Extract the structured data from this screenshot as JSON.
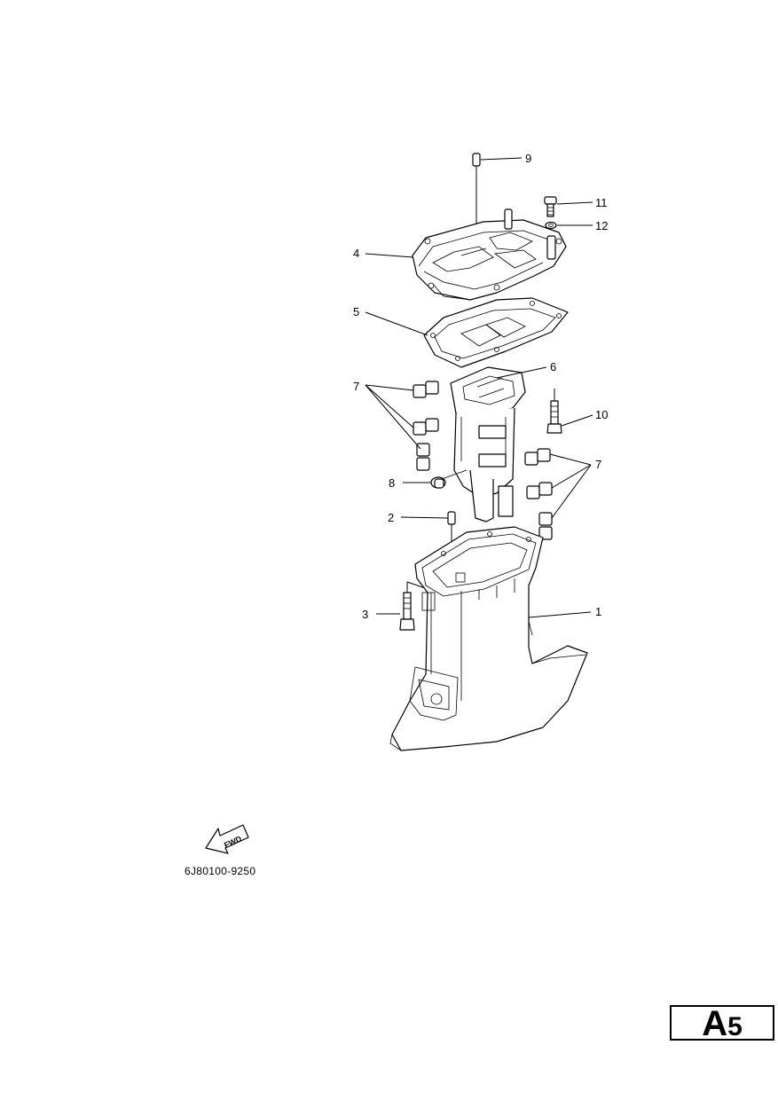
{
  "diagram": {
    "callouts": [
      {
        "id": "c9",
        "label": "9"
      },
      {
        "id": "c11",
        "label": "11"
      },
      {
        "id": "c12",
        "label": "12"
      },
      {
        "id": "c4",
        "label": "4"
      },
      {
        "id": "c5",
        "label": "5"
      },
      {
        "id": "c6",
        "label": "6"
      },
      {
        "id": "c7a",
        "label": "7"
      },
      {
        "id": "c10",
        "label": "10"
      },
      {
        "id": "c7b",
        "label": "7"
      },
      {
        "id": "c8",
        "label": "8"
      },
      {
        "id": "c2",
        "label": "2"
      },
      {
        "id": "c3",
        "label": "3"
      },
      {
        "id": "c1",
        "label": "1"
      }
    ],
    "fwd_label": "FWD",
    "part_code": "6J80100-9250"
  },
  "page_marker": {
    "letter": "A",
    "number": "5"
  }
}
